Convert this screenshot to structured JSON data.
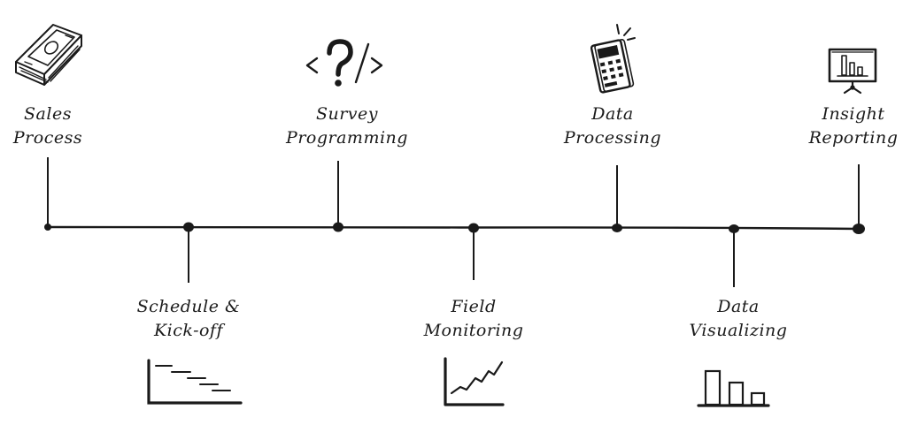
{
  "colors": {
    "ink": "#1a1a1a",
    "background": "#ffffff"
  },
  "stages": [
    {
      "line1": "Sales",
      "line2": "Process",
      "icon": "money-stack-icon",
      "side": "above"
    },
    {
      "line1": "Schedule &",
      "line2": "Kick-off",
      "icon": "gantt-chart-icon",
      "side": "below"
    },
    {
      "line1": "Survey",
      "line2": "Programming",
      "icon": "code-question-icon",
      "side": "above"
    },
    {
      "line1": "Field",
      "line2": "Monitoring",
      "icon": "line-chart-icon",
      "side": "below"
    },
    {
      "line1": "Data",
      "line2": "Processing",
      "icon": "calculator-icon",
      "side": "above"
    },
    {
      "line1": "Data",
      "line2": "Visualizing",
      "icon": "bar-chart-icon",
      "side": "below"
    },
    {
      "line1": "Insight",
      "line2": "Reporting",
      "icon": "presentation-board-icon",
      "side": "above"
    }
  ]
}
